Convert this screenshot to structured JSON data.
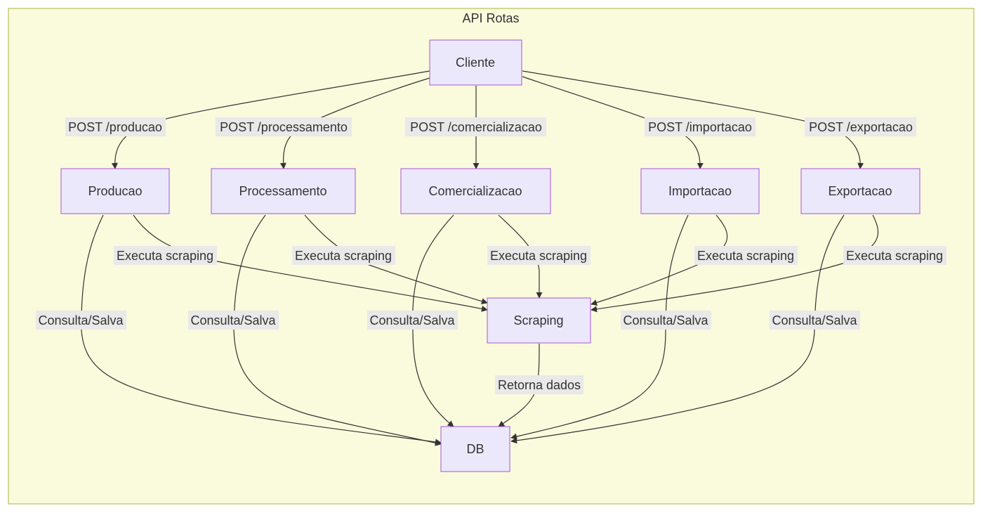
{
  "diagram": {
    "title": "API Rotas",
    "nodes": {
      "cliente": "Cliente",
      "producao": "Producao",
      "processamento": "Processamento",
      "comercializacao": "Comercializacao",
      "importacao": "Importacao",
      "exportacao": "Exportacao",
      "scraping": "Scraping",
      "db": "DB"
    },
    "edges": [
      {
        "from": "cliente",
        "to": "producao",
        "label": "POST /producao"
      },
      {
        "from": "cliente",
        "to": "processamento",
        "label": "POST /processamento"
      },
      {
        "from": "cliente",
        "to": "comercializacao",
        "label": "POST /comercializacao"
      },
      {
        "from": "cliente",
        "to": "importacao",
        "label": "POST /importacao"
      },
      {
        "from": "cliente",
        "to": "exportacao",
        "label": "POST /exportacao"
      },
      {
        "from": "producao",
        "to": "scraping",
        "label": "Executa scraping"
      },
      {
        "from": "processamento",
        "to": "scraping",
        "label": "Executa scraping"
      },
      {
        "from": "comercializacao",
        "to": "scraping",
        "label": "Executa scraping"
      },
      {
        "from": "importacao",
        "to": "scraping",
        "label": "Executa scraping"
      },
      {
        "from": "exportacao",
        "to": "scraping",
        "label": "Executa scraping"
      },
      {
        "from": "producao",
        "to": "db",
        "label": "Consulta/Salva"
      },
      {
        "from": "processamento",
        "to": "db",
        "label": "Consulta/Salva"
      },
      {
        "from": "comercializacao",
        "to": "db",
        "label": "Consulta/Salva"
      },
      {
        "from": "importacao",
        "to": "db",
        "label": "Consulta/Salva"
      },
      {
        "from": "exportacao",
        "to": "db",
        "label": "Consulta/Salva"
      },
      {
        "from": "scraping",
        "to": "db",
        "label": "Retorna dados"
      }
    ]
  }
}
